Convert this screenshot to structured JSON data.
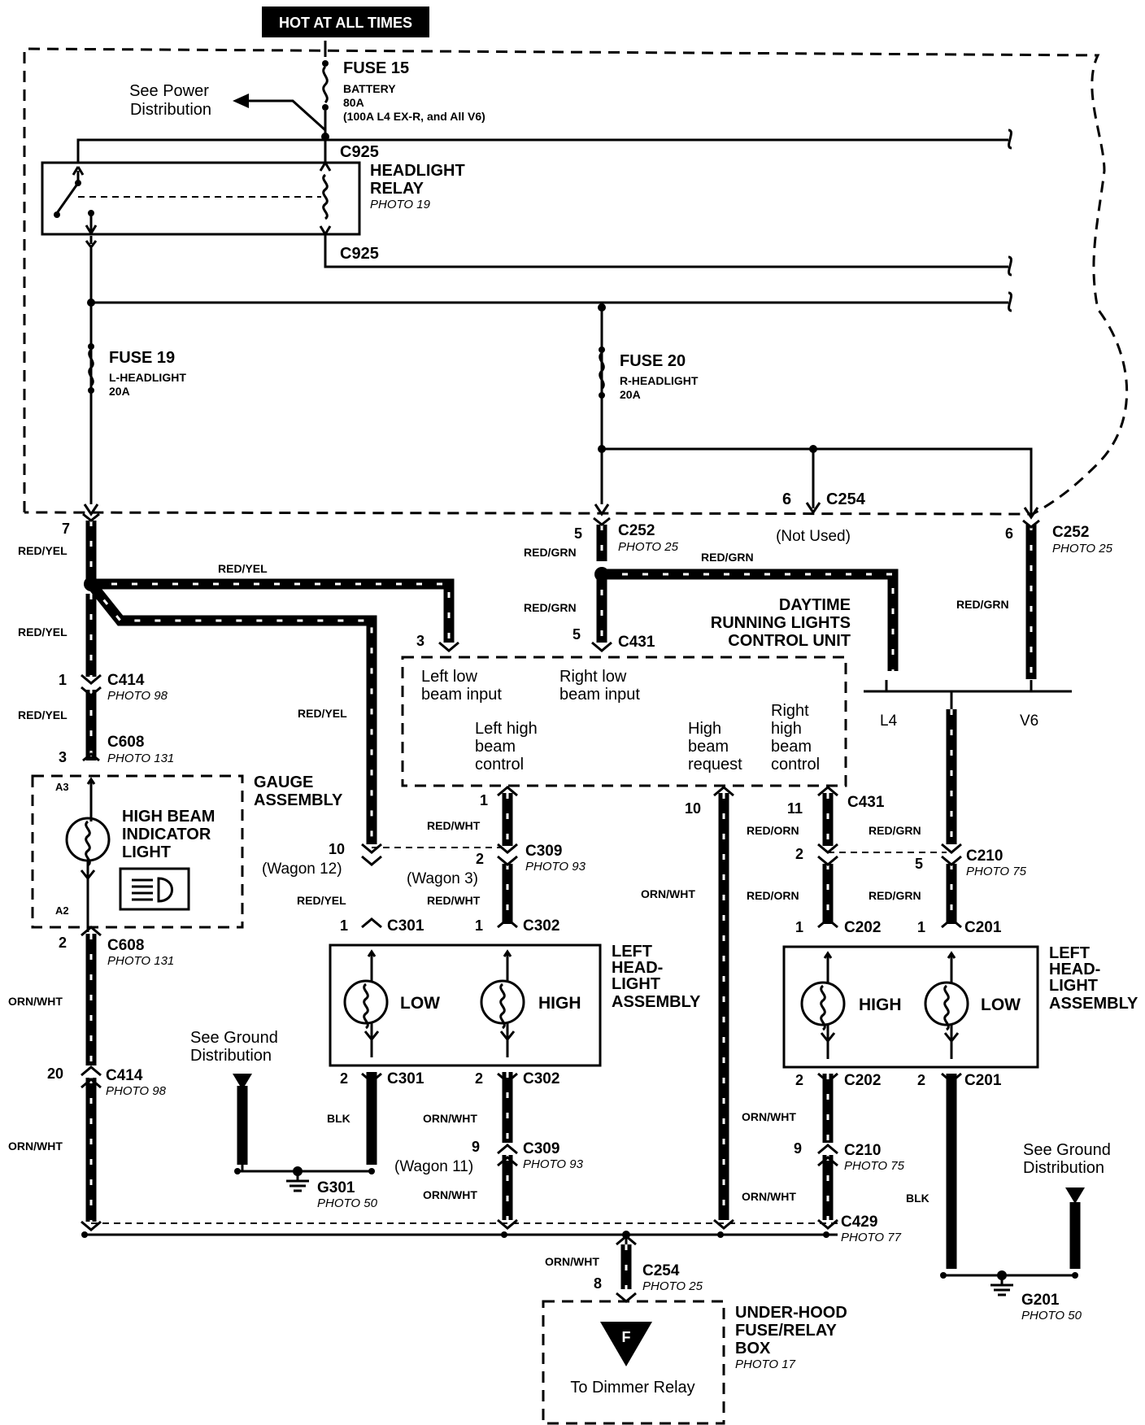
{
  "header": {
    "hot_at_all_times": "HOT AT ALL TIMES"
  },
  "fuse15": {
    "name": "FUSE 15",
    "line1": "BATTERY",
    "line2": "80A",
    "line3": "(100A L4 EX-R, and All V6)"
  },
  "power_dist": {
    "line1": "See Power",
    "line2": "Distribution"
  },
  "relay": {
    "connector": "C925",
    "line1": "HEADLIGHT",
    "line2": "RELAY",
    "photo": "PHOTO 19"
  },
  "fuse19": {
    "name": "FUSE 19",
    "line1": "L-HEADLIGHT",
    "line2": "20A"
  },
  "fuse20": {
    "name": "FUSE 20",
    "line1": "R-HEADLIGHT",
    "line2": "20A"
  },
  "c254_top": {
    "pin": "6",
    "name": "C254",
    "note": "(Not Used)"
  },
  "pins": {
    "p7": "7",
    "p5": "5",
    "p6": "6",
    "p3": "3",
    "p1": "1",
    "p2": "2",
    "p10": "10",
    "p11": "11",
    "p9": "9",
    "p20": "20",
    "p8": "8"
  },
  "connectors": {
    "c252": "C252",
    "photo25": "PHOTO 25",
    "c431": "C431",
    "c414": "C414",
    "photo98": "PHOTO 98",
    "c608": "C608",
    "photo131": "PHOTO 131",
    "c309": "C309",
    "photo93": "PHOTO 93",
    "c210": "C210",
    "photo75": "PHOTO 75",
    "c301": "C301",
    "c302": "C302",
    "c202": "C202",
    "c201": "C201",
    "c429": "C429",
    "photo77": "PHOTO 77",
    "c254": "C254",
    "g301": "G301",
    "g201": "G201",
    "photo50": "PHOTO 50"
  },
  "wires": {
    "red_yel": "RED/YEL",
    "red_grn": "RED/GRN",
    "red_wht": "RED/WHT",
    "red_orn": "RED/ORN",
    "orn_wht": "ORN/WHT",
    "blk": "BLK"
  },
  "drl": {
    "title1": "DAYTIME",
    "title2": "RUNNING LIGHTS",
    "title3": "CONTROL UNIT",
    "in1a": "Left low",
    "in1b": "beam input",
    "in2a": "Right low",
    "in2b": "beam input",
    "lh1": "Left high",
    "lh2": "beam",
    "lh3": "control",
    "hb1": "High",
    "hb2": "beam",
    "hb3": "request",
    "rh1": "Right",
    "rh2": "high",
    "rh3": "beam",
    "rh4": "control"
  },
  "variants": {
    "l4": "L4",
    "v6": "V6",
    "wagon12": "(Wagon 12)",
    "wagon3": "(Wagon 3)",
    "wagon11": "(Wagon 11)"
  },
  "gauge": {
    "title1": "GAUGE",
    "title2": "ASSEMBLY",
    "a3": "A3",
    "a2": "A2",
    "lamp1": "HIGH BEAM",
    "lamp2": "INDICATOR",
    "lamp3": "LIGHT"
  },
  "left_assy": {
    "t1": "LEFT",
    "t2": "HEAD-",
    "t3": "LIGHT",
    "t4": "ASSEMBLY",
    "low": "LOW",
    "high": "HIGH"
  },
  "right_assy": {
    "t1": "LEFT",
    "t2": "HEAD-",
    "t3": "LIGHT",
    "t4": "ASSEMBLY",
    "low": "LOW",
    "high": "HIGH"
  },
  "ground": {
    "line1": "See Ground",
    "line2": "Distribution"
  },
  "underhood": {
    "line1": "UNDER-HOOD",
    "line2": "FUSE/RELAY",
    "line3": "BOX",
    "photo": "PHOTO 17",
    "dimmer": "To Dimmer Relay",
    "tag": "F"
  }
}
